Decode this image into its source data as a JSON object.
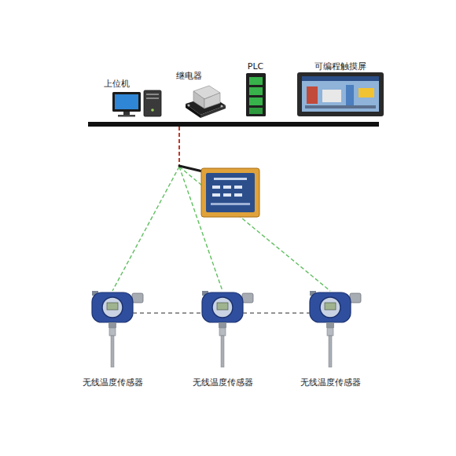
{
  "diagram": {
    "nodes": [
      {
        "text": [
          "上位机"
        ]
      },
      {
        "text": [
          "继电器"
        ]
      },
      {
        "text": [
          "PLC"
        ]
      },
      {
        "text": [
          "可编程触摸屏"
        ]
      },
      {
        "text": [
          "无线温度传感器"
        ]
      },
      {
        "text": [
          "无线温度传感器"
        ]
      },
      {
        "text": [
          "无线温度传感器"
        ]
      }
    ],
    "edges": [
      {
        "from": 4,
        "to": 5,
        "arrow": "none"
      },
      {
        "from": 5,
        "to": 6,
        "arrow": "none"
      }
    ]
  }
}
